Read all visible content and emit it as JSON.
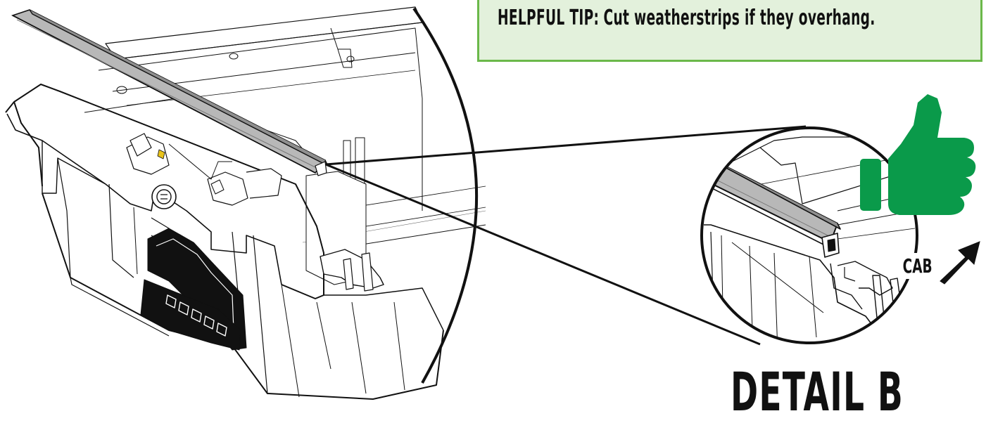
{
  "tip": {
    "label": "HELPFUL TIP:",
    "text": "Cut weatherstrips if they overhang."
  },
  "detail": {
    "title": "DETAIL B",
    "direction_label": "CAB"
  },
  "colors": {
    "tip_background": "#e3f1dc",
    "tip_border": "#6bb84a",
    "thumbs_up": "#0a9a4a",
    "line": "#111111",
    "weatherstrip": "#b8b8b8"
  },
  "icons": {
    "thumbs_up": "thumbs-up-icon",
    "arrow": "arrow-up-right-icon"
  }
}
